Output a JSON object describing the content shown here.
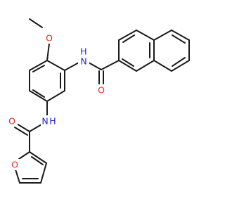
{
  "colors": {
    "bond": "#1a1a1a",
    "carbon_text": "#1a1a1a",
    "nitrogen": "#1f1fd8",
    "oxygen": "#e8281e",
    "background": "#ffffff"
  },
  "atoms": [
    {
      "id": "o_methoxy",
      "label": "O",
      "element": "O"
    },
    {
      "id": "n_upper",
      "label": "H\nN",
      "element": "N",
      "text": "N",
      "h": "H"
    },
    {
      "id": "o_upper_carbonyl",
      "label": "O",
      "element": "O"
    },
    {
      "id": "n_lower",
      "label": "N",
      "element": "N",
      "text": "N",
      "h": "H"
    },
    {
      "id": "o_lower_carbonyl",
      "label": "O",
      "element": "O"
    },
    {
      "id": "o_furan",
      "label": "O",
      "element": "O"
    }
  ]
}
